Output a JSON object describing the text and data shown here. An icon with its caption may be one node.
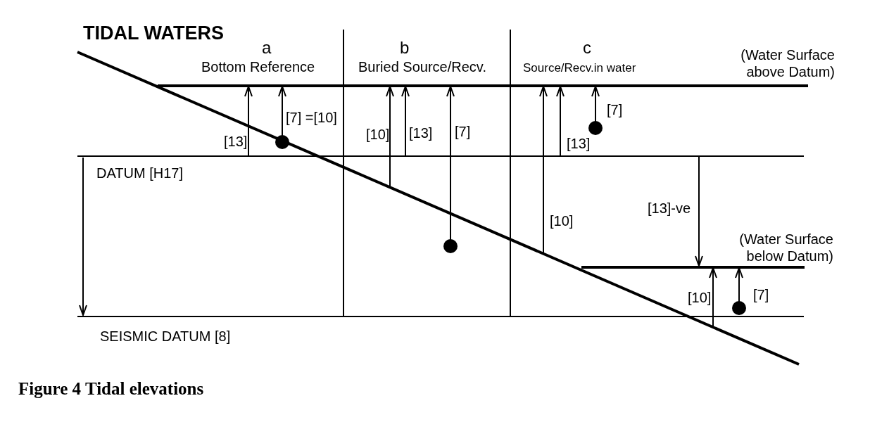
{
  "diagram": {
    "title": "TIDAL WATERS",
    "caption": "Figure 4 Tidal elevations",
    "labels": [
      "a",
      "Bottom Reference",
      "b",
      "Buried Source/Recv.",
      "c",
      "Source/Recv.in water",
      "(Water Surface above Datum)",
      "[7] =[10]",
      "[13]",
      "[10]",
      "[13]",
      "[7]",
      "[7]",
      "[13]",
      "DATUM [H17]",
      "[13]-ve",
      "[10]",
      "(Water Surface below Datum)",
      "[10]",
      "[7]",
      "SEISMIC DATUM [8]"
    ]
  }
}
